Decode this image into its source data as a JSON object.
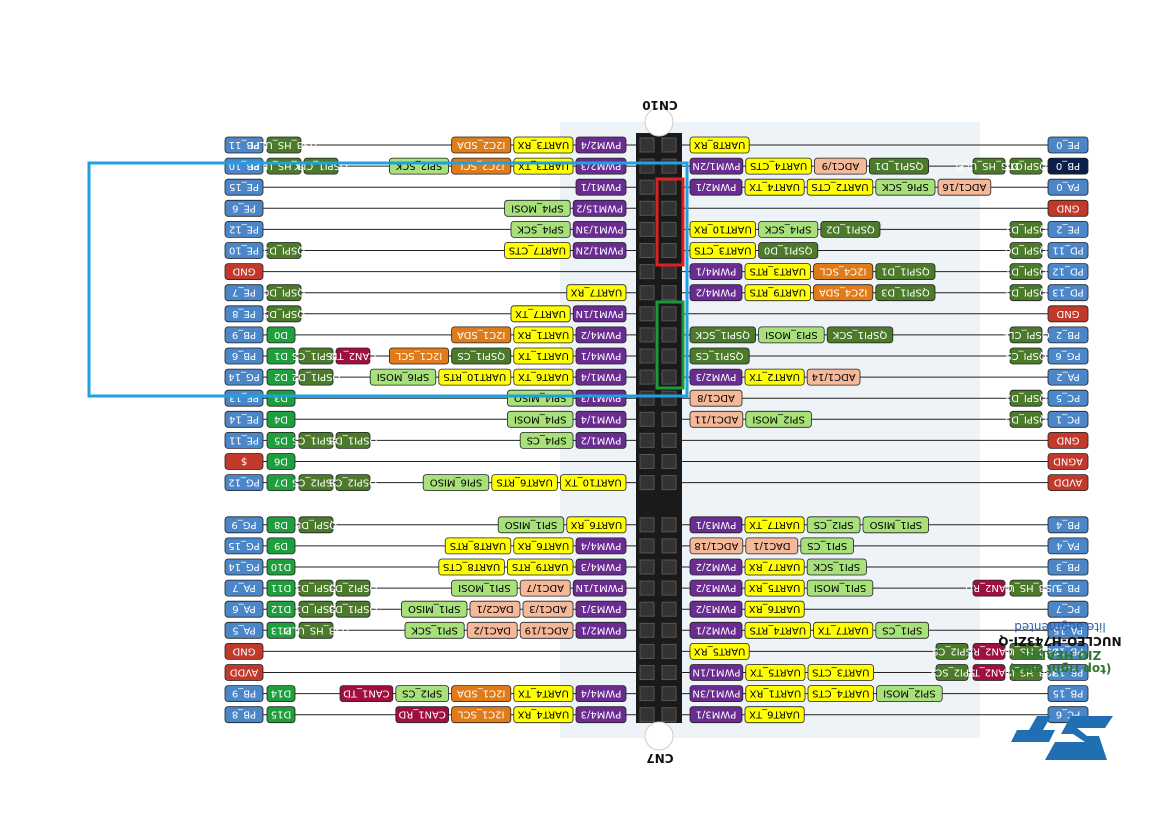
{
  "connectors": {
    "top": "CN10",
    "bottom": "CN7"
  },
  "board": {
    "vendor": "lite.augmented",
    "model": "NUCLEO-H743ZI-Q",
    "header": "ZIO HEADER",
    "side": "(top right side)"
  },
  "colors": {
    "gpio": "#4a86c8",
    "arduino": "#1e9e3c",
    "gnd": "#c0392b",
    "pwm": "#6a2c91",
    "uart": "#ffff00",
    "i2c": "#e07b1a",
    "spi": "#a8e07a",
    "adc": "#f5b999",
    "qspi": "#4b7a2a",
    "can": "#a0103e",
    "black": "#111111",
    "navy": "#0b1f4a"
  },
  "left_rows": [
    {
      "pin": "PB_11",
      "ard": "",
      "tags": [
        [
          "otg",
          "USB_HS_ULPI",
          "otg"
        ]
      ],
      "fns": [
        "I2C2_SDA",
        "UART3_RX",
        "PWM2/4"
      ]
    },
    {
      "pin": "PB_10",
      "ard": "",
      "tags": [
        [
          "otg",
          "USB_HS_ULPI",
          "otg"
        ],
        [
          "qspi",
          "QSPI1_CLK",
          "qspi"
        ]
      ],
      "fns": [
        "SPI2_SCK",
        "I2C2_SCL",
        "UART3_TX",
        "PWM2/3"
      ]
    },
    {
      "pin": "PE_15",
      "ard": "",
      "tags": [],
      "fns": [
        "PWM1/1"
      ]
    },
    {
      "pin": "PE_6",
      "ard": "",
      "tags": [],
      "fns": [
        "SPI4_MOSI",
        "PWM15/2"
      ]
    },
    {
      "pin": "PE_12",
      "ard": "",
      "tags": [],
      "fns": [
        "SPI4_SCK",
        "PWM1/3N"
      ]
    },
    {
      "pin": "PE_10",
      "ard": "",
      "tags": [
        [
          "qspi",
          "QSPI_D3",
          "qspi"
        ]
      ],
      "fns": [
        "UART7_CTS",
        "PWM1/2N"
      ]
    },
    {
      "pin": "GND",
      "ard": "",
      "tags": [],
      "fns": []
    },
    {
      "pin": "PE_7",
      "ard": "",
      "tags": [
        [
          "qspi",
          "QSPI_D0",
          "qspi"
        ]
      ],
      "fns": [
        "UART7_RX"
      ]
    },
    {
      "pin": "PE_8",
      "ard": "",
      "tags": [
        [
          "qspi",
          "QSPI_D5",
          "qspi"
        ]
      ],
      "fns": [
        "UART7_TX",
        "PWM1/1N"
      ]
    },
    {
      "pin": "PB_9",
      "ard": "D0",
      "tags": [],
      "fns": [
        "I2C1_SDA",
        "UART1_RX",
        "PWM4/2"
      ]
    },
    {
      "pin": "PB_6",
      "ard": "D1",
      "tags": [
        [
          "qspi",
          "QSPI1_CS",
          "qspi"
        ],
        [
          "can",
          "CAN2_TD",
          "can"
        ]
      ],
      "fns": [
        "I2C1_SCL",
        "QSPI1_CS",
        "UART1_TX",
        "PWM4/1"
      ]
    },
    {
      "pin": "PG_14",
      "ard": "D2",
      "tags": [
        [
          "qspi",
          "QSPI1_D2",
          "qspi"
        ]
      ],
      "fns": [
        "SPI6_MOSI",
        "UART10_RTS",
        "UART6_TX",
        "PWM1/4"
      ]
    },
    {
      "pin": "PE_13",
      "ard": "D3",
      "tags": [],
      "fns": [
        "SPI4_MISO",
        "PWM1/3"
      ]
    },
    {
      "pin": "PE_14",
      "ard": "D4",
      "tags": [],
      "fns": [
        "SPI4_MOSI",
        "PWM1/4"
      ]
    },
    {
      "pin": "PE_11",
      "ard": "D5",
      "tags": [
        [
          "qspi",
          "QSPI1_CS",
          "qspi"
        ],
        [
          "qspi",
          "QSPI1_D3",
          "qspi"
        ]
      ],
      "fns": [
        "SPI4_CS",
        "PWM1/2"
      ]
    },
    {
      "pin": "$",
      "ard": "D6",
      "tags": [],
      "fns": []
    },
    {
      "pin": "PG_12",
      "ard": "D7",
      "tags": [
        [
          "qspi",
          "QSPI2_CS",
          "qspi"
        ],
        [
          "qspi",
          "QSPI2_CS",
          "qspi"
        ]
      ],
      "fns": [
        "SPI6_MISO",
        "UART6_RTS",
        "UART10_TX"
      ]
    },
    {
      "gap": true
    },
    {
      "pin": "PG_9",
      "ard": "D8",
      "tags": [
        [
          "qspi",
          "QSPI_D8",
          "qspi"
        ]
      ],
      "fns": [
        "SPI1_MISO",
        "UART6_RX"
      ]
    },
    {
      "pin": "PG_15",
      "ard": "D9",
      "tags": [],
      "fns": [
        "UART8_RTS",
        "UART6_RX",
        "PWM4/4"
      ]
    },
    {
      "pin": "PG_14",
      "ard": "D10",
      "tags": [],
      "fns": [
        "UART8_CTS",
        "UART9_RTS",
        "PWM4/3"
      ]
    },
    {
      "pin": "PA_7",
      "ard": "D11",
      "tags": [
        [
          "qspi",
          "QSPI_D3",
          "qspi"
        ],
        [
          "qspi",
          "QSPI2_D3",
          "qspi"
        ]
      ],
      "fns": [
        "SPI1_MOSI",
        "ADC1/7",
        "PWM1/1N"
      ]
    },
    {
      "pin": "PA_6",
      "ard": "D12",
      "tags": [
        [
          "qspi",
          "QSPI_D3",
          "qspi"
        ],
        [
          "qspi",
          "QSPI1_D3",
          "qspi"
        ]
      ],
      "fns": [
        "SPI1_MISO",
        "DAC2/1",
        "ADC1/3",
        "PWM3/1"
      ]
    },
    {
      "pin": "PA_5",
      "ard": "D13",
      "tags": [
        [
          "otg",
          "USB_HS_ULPI",
          "otg"
        ]
      ],
      "fns": [
        "SPI1_SCK",
        "DAC1/2",
        "ADC1/19",
        "PWM2/1"
      ]
    },
    {
      "pin": "GND",
      "ard": "",
      "tags": [],
      "fns": []
    },
    {
      "pin": "AVDD",
      "ard": "",
      "tags": [],
      "fns": []
    },
    {
      "pin": "PB_9",
      "ard": "D14",
      "tags": [],
      "fns": [
        "CAN1_TD",
        "SPI2_CS",
        "I2C1_SDA",
        "UART4_TX",
        "PWM4/4"
      ]
    },
    {
      "pin": "PB_8",
      "ard": "D15",
      "tags": [],
      "fns": [
        "CAN1_RD",
        "I2C1_SCL",
        "UART4_RX",
        "PWM4/3"
      ]
    }
  ],
  "right_rows": [
    {
      "pin": "PE_0",
      "tags": [],
      "fns": [
        "UART8_RX"
      ]
    },
    {
      "pin": "PB_0",
      "tags": [
        [
          "qspi",
          "QSPI_D1",
          "qspi"
        ],
        [
          "otg",
          "OTG_HS_ULPI",
          "otg"
        ]
      ],
      "fns": [
        "PWM1/2N",
        "UART4_CTS",
        "ADC1/9",
        "QSPI1_D1"
      ]
    },
    {
      "pin": "PA_0",
      "tags": [],
      "fns": [
        "PWM2/1",
        "UART4_TX",
        "UART2_CTS",
        "SPI6_SCK",
        "ADC1/16"
      ]
    },
    {
      "pin": "GND",
      "tags": [],
      "fns": []
    },
    {
      "pin": "PE_2",
      "tags": [
        [
          "qspi",
          "QSPI_D2",
          "qspi"
        ]
      ],
      "fns": [
        "UART10_RX",
        "SPI4_SCK",
        "QSPI1_D2"
      ]
    },
    {
      "pin": "PD_11",
      "tags": [
        [
          "qspi",
          "QSPI_D0",
          "qspi"
        ]
      ],
      "fns": [
        "UART3_CTS",
        "QSPI1_D0"
      ]
    },
    {
      "pin": "PD_12",
      "tags": [
        [
          "qspi",
          "QSPI_D1",
          "qspi"
        ]
      ],
      "fns": [
        "PWM4/1",
        "UART3_RTS",
        "I2C4_SCL",
        "QSPI1_D1"
      ]
    },
    {
      "pin": "PD_13",
      "tags": [
        [
          "qspi",
          "QSPI_D3",
          "qspi"
        ]
      ],
      "fns": [
        "PWM4/2",
        "UART9_RTS",
        "I2C4_SDA",
        "QSPI1_D3"
      ]
    },
    {
      "pin": "GND",
      "tags": [],
      "fns": []
    },
    {
      "pin": "PB_2",
      "tags": [
        [
          "qspi",
          "QSPI_CLK",
          "qspi"
        ]
      ],
      "fns": [
        "QSPI1_SCK",
        "SPI3_MOSI",
        "QSPI1_SCK"
      ]
    },
    {
      "pin": "PG_6",
      "tags": [
        [
          "qspi",
          "QSPI_CS",
          "qspi"
        ]
      ],
      "fns": [
        "QSPI1_CS"
      ]
    },
    {
      "pin": "PA_2",
      "tags": [],
      "fns": [
        "PWM2/3",
        "UART2_TX",
        "ADC1/14"
      ]
    },
    {
      "pin": "PC_5",
      "tags": [
        [
          "qspi",
          "QSPI_D3",
          "qspi"
        ]
      ],
      "fns": [
        "ADC1/8"
      ]
    },
    {
      "pin": "PC_1",
      "tags": [
        [
          "qspi",
          "QSPI_D3",
          "qspi"
        ]
      ],
      "fns": [
        "ADC1/11",
        "SPI2_MOSI"
      ]
    },
    {
      "pin": "GND",
      "tags": [],
      "fns": []
    },
    {
      "pin": "AGND",
      "tags": [],
      "fns": []
    },
    {
      "pin": "AVDD",
      "tags": [],
      "fns": []
    },
    {
      "gap": true
    },
    {
      "pin": "PB_4",
      "tags": [],
      "fns": [
        "PWM3/1",
        "UART7_TX",
        "SPI2_CS",
        "SPI1_MISO"
      ]
    },
    {
      "pin": "PA_4",
      "tags": [],
      "fns": [
        "ADC1/18",
        "DAC1/1",
        "SPI1_CS"
      ]
    },
    {
      "pin": "PB_3",
      "tags": [],
      "fns": [
        "PWM2/2",
        "UART7_RX",
        "SPI1_SCK"
      ]
    },
    {
      "pin": "PB_5",
      "tags": [
        [
          "otg",
          "USB_HS_ULPI",
          "otg"
        ],
        [
          "can",
          "CAN2_RD",
          "can"
        ]
      ],
      "fns": [
        "PWM3/2",
        "UART5_RX",
        "SPI1_MOSI"
      ]
    },
    {
      "pin": "PC_7",
      "tags": [],
      "fns": [
        "PWM3/2",
        "UART6_RX"
      ]
    },
    {
      "pin": "PA_15",
      "tags": [],
      "fns": [
        "PWM2/1",
        "UART4_RTS",
        "UART7_TX",
        "SPI1_CS"
      ]
    },
    {
      "pin": "PB_12",
      "tags": [
        [
          "otg",
          "USB_HS_ULPI",
          "otg"
        ],
        [
          "can",
          "CAN2_RD",
          "can"
        ],
        [
          "qspi",
          "SPI2_CS",
          "qspi"
        ]
      ],
      "fns": [
        "UART5_RX"
      ]
    },
    {
      "pin": "PB_13",
      "tags": [
        [
          "otg",
          "USB_HS_ULPI",
          "otg"
        ],
        [
          "can",
          "CAN2_TD",
          "can"
        ],
        [
          "qspi",
          "SPI2_SCK",
          "qspi"
        ]
      ],
      "fns": [
        "PWM1/1N",
        "UART5_TX",
        "UART3_CTS"
      ]
    },
    {
      "pin": "PB_15",
      "tags": [],
      "fns": [
        "PWM1/3N",
        "UART1_RX",
        "UART4_CTS",
        "SPI2_MOSI"
      ]
    },
    {
      "pin": "PC_6",
      "tags": [],
      "fns": [
        "PWM3/1",
        "UART6_TX"
      ]
    }
  ]
}
